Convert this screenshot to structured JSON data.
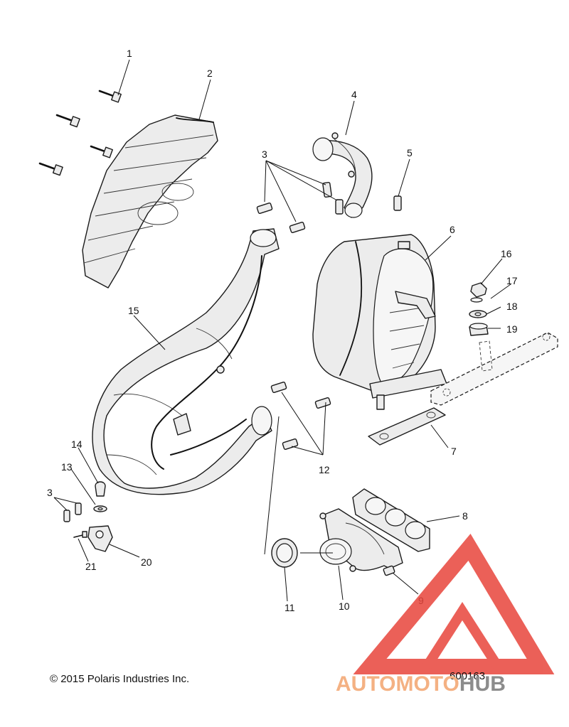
{
  "callouts": [
    {
      "id": "c1",
      "text": "1"
    },
    {
      "id": "c2",
      "text": "2"
    },
    {
      "id": "c3a",
      "text": "3"
    },
    {
      "id": "c4",
      "text": "4"
    },
    {
      "id": "c5",
      "text": "5"
    },
    {
      "id": "c6",
      "text": "6"
    },
    {
      "id": "c7",
      "text": "7"
    },
    {
      "id": "c8",
      "text": "8"
    },
    {
      "id": "c9",
      "text": "9"
    },
    {
      "id": "c10",
      "text": "10"
    },
    {
      "id": "c11",
      "text": "11"
    },
    {
      "id": "c12",
      "text": "12"
    },
    {
      "id": "c13",
      "text": "13"
    },
    {
      "id": "c14",
      "text": "14"
    },
    {
      "id": "c15",
      "text": "15"
    },
    {
      "id": "c16",
      "text": "16"
    },
    {
      "id": "c17",
      "text": "17"
    },
    {
      "id": "c18",
      "text": "18"
    },
    {
      "id": "c19",
      "text": "19"
    },
    {
      "id": "c20",
      "text": "20"
    },
    {
      "id": "c21",
      "text": "21"
    },
    {
      "id": "c3b",
      "text": "3"
    }
  ],
  "copyright": "© 2015 Polaris Industries Inc.",
  "diagram_number": "600163",
  "watermark": {
    "part1": "AUTO",
    "part2": "MOTO",
    "part3": "HUB",
    "color_auto": "#f4b183",
    "color_moto": "#f4b183",
    "color_hub": "#8c8c8c",
    "logo_color": "#e8453c"
  }
}
